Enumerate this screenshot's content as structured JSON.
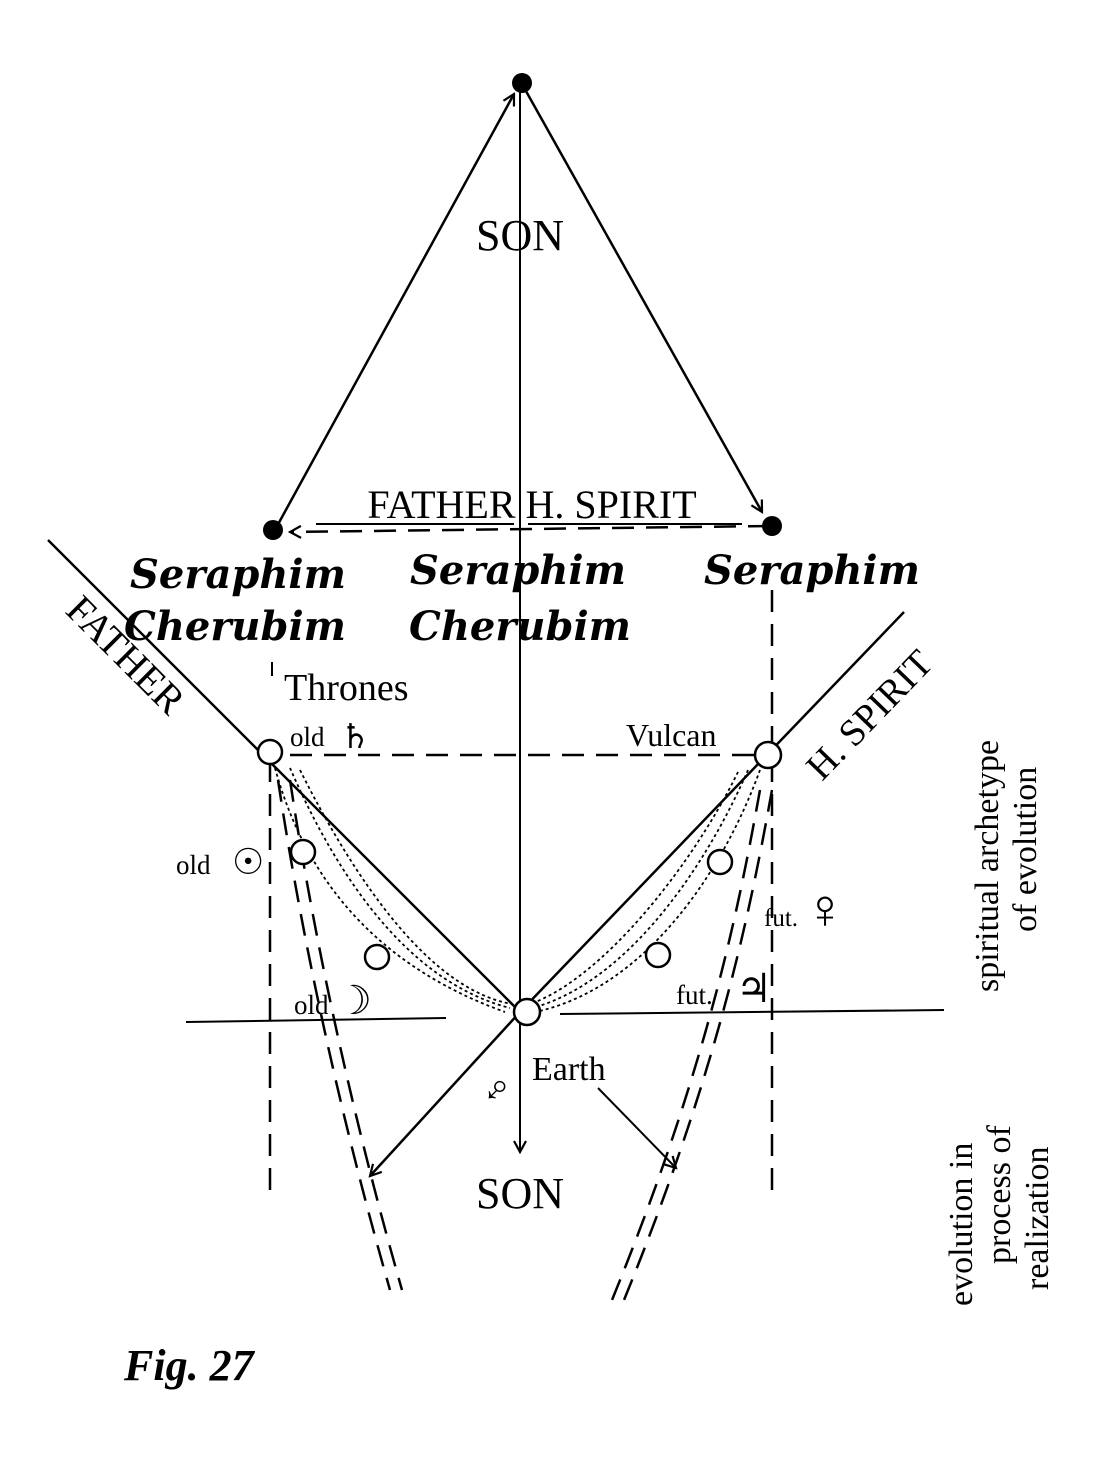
{
  "labels": {
    "son_top": "SON",
    "son_bottom": "SON",
    "father_hspirit_bar": "FATHER H. SPIRIT",
    "seraphim_left": "Seraphim",
    "cherubim_left": "Cherubim",
    "seraphim_center": "Seraphim",
    "cherubim_center": "Cherubim",
    "seraphim_right": "Seraphim",
    "father_diagonal": "FATHER",
    "hspirit_diagonal": "H. SPIRIT",
    "thrones": "Thrones",
    "old_saturn": "old",
    "vulcan": "Vulcan",
    "old_sun": "old",
    "old_moon": "old",
    "earth": "Earth",
    "fut_jupiter": "fut.",
    "fut_venus": "fut.",
    "side_upper_line1": "spiritual archetype",
    "side_upper_line2": "of evolution",
    "side_lower_line1": "evolution in",
    "side_lower_line2": "process of",
    "side_lower_line3": "realization",
    "caption": "Fig. 27"
  },
  "symbols": {
    "saturn": "♄",
    "sun": "☉",
    "moon": "☽",
    "mars": "♂",
    "jupiter": "♃",
    "venus": "♀"
  }
}
